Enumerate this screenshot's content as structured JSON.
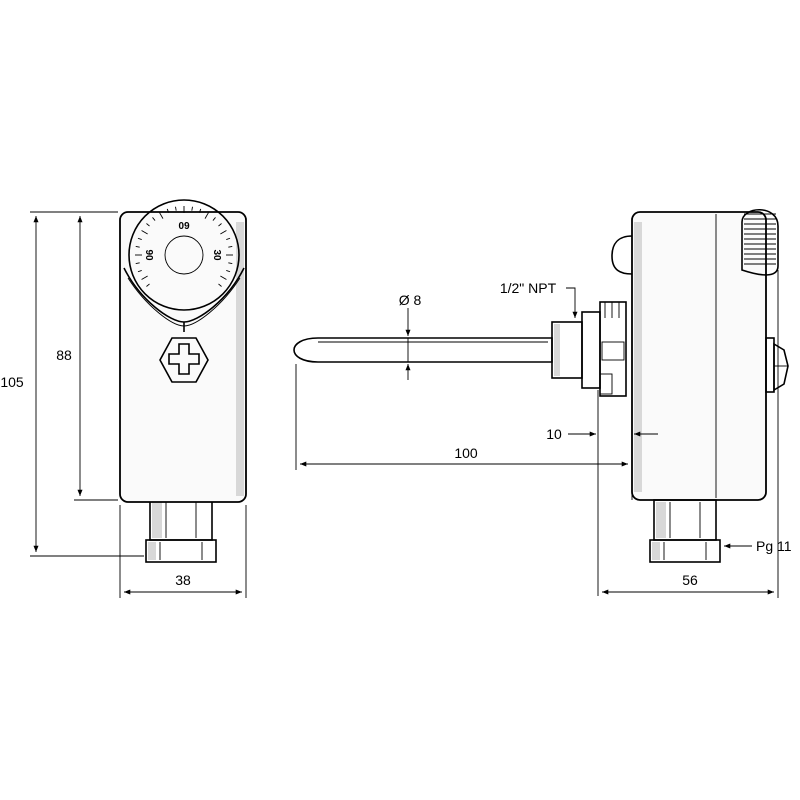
{
  "front_view": {
    "dial_labels": {
      "top": "60",
      "left": "90",
      "right": "30"
    }
  },
  "dimensions": {
    "overall_height": "105",
    "body_height": "88",
    "body_width": "38",
    "probe_length": "100",
    "probe_diameter": "Ø 8",
    "thread": "1/2\" NPT",
    "flange": "10",
    "depth": "56",
    "gland": "Pg 11"
  }
}
